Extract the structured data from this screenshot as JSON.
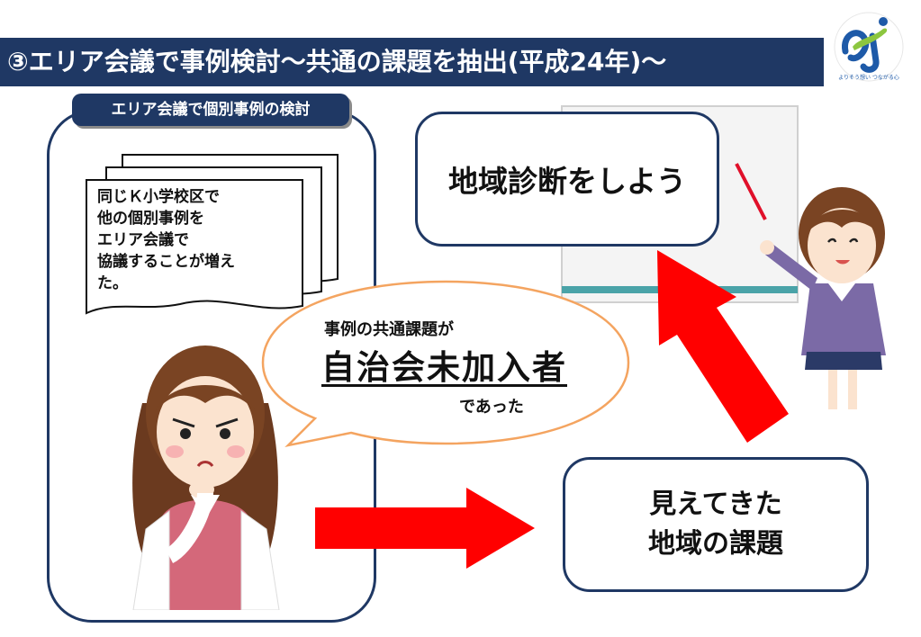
{
  "header": {
    "title": "③エリア会議で事例検討～共通の課題を抽出(平成24年)～"
  },
  "logo": {
    "tagline": "よりそう想い つながる心"
  },
  "panel": {
    "tag": "エリア会議で個別事例の検討",
    "doc_lines": [
      "同じＫ小学校区で",
      "他の個別事例を",
      "エリア会議で",
      "協議することが増え",
      "た。"
    ]
  },
  "bubble": {
    "intro": "事例の共通課題が",
    "highlight": "自治会未加入者",
    "ending": "であった"
  },
  "diagnosis_box": {
    "text": "地域診断をしよう"
  },
  "issue_box": {
    "line1": "見えてきた",
    "line2": "地域の課題"
  },
  "colors": {
    "navy": "#1f3864",
    "arrow_red": "#ff0000",
    "bubble_orange": "#f4a460"
  }
}
